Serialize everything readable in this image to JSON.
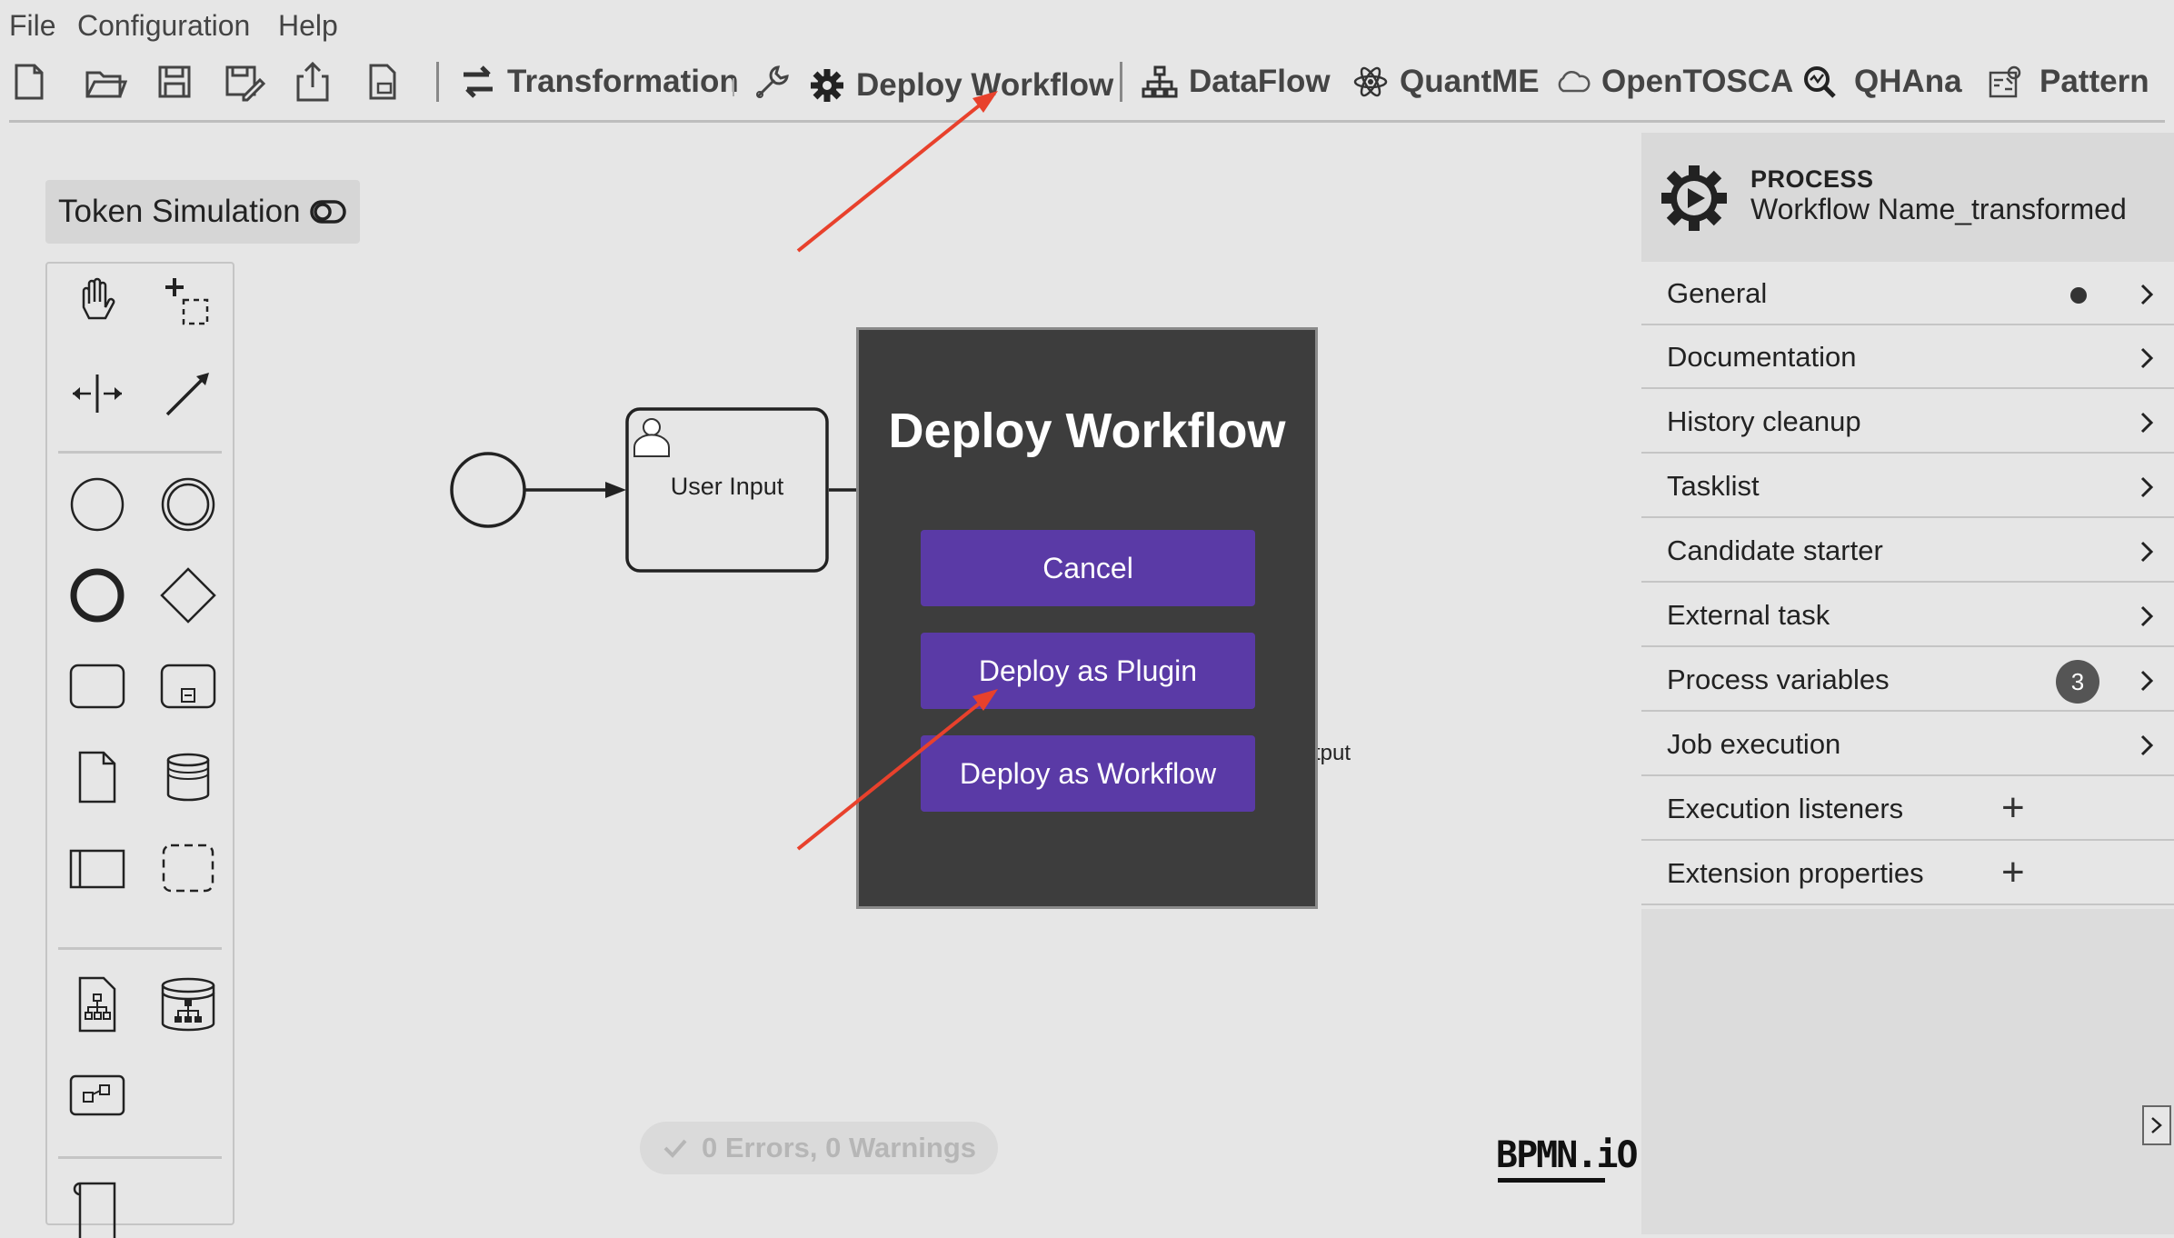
{
  "menu": {
    "file": "File",
    "configuration": "Configuration",
    "help": "Help"
  },
  "toolbar": {
    "transformation": "Transformation",
    "deploy_workflow": "Deploy Workflow",
    "dataflow": "DataFlow",
    "quantme": "QuantME",
    "opentosca": "OpenTOSCA",
    "qhana": "QHAna",
    "pattern": "Pattern"
  },
  "token_simulation": {
    "label": "Token Simulation"
  },
  "diagram": {
    "task_label": "User Input",
    "partial_label": "tput"
  },
  "modal": {
    "title": "Deploy Workflow",
    "cancel": "Cancel",
    "deploy_plugin": "Deploy as Plugin",
    "deploy_workflow": "Deploy as Workflow",
    "button_color": "#5a3aa6"
  },
  "properties": {
    "type": "PROCESS",
    "name": "Workflow Name_transformed",
    "groups": [
      {
        "label": "General",
        "indicator": "dot"
      },
      {
        "label": "Documentation"
      },
      {
        "label": "History cleanup"
      },
      {
        "label": "Tasklist"
      },
      {
        "label": "Candidate starter"
      },
      {
        "label": "External task"
      },
      {
        "label": "Process variables",
        "badge": "3"
      },
      {
        "label": "Job execution"
      },
      {
        "label": "Execution listeners",
        "action": "+"
      },
      {
        "label": "Extension properties",
        "action": "+"
      }
    ]
  },
  "status": {
    "errors_warnings": "0 Errors, 0 Warnings"
  },
  "branding": {
    "bpmn_io": "BPMN.iO"
  },
  "annotation_color": "#e8412c"
}
